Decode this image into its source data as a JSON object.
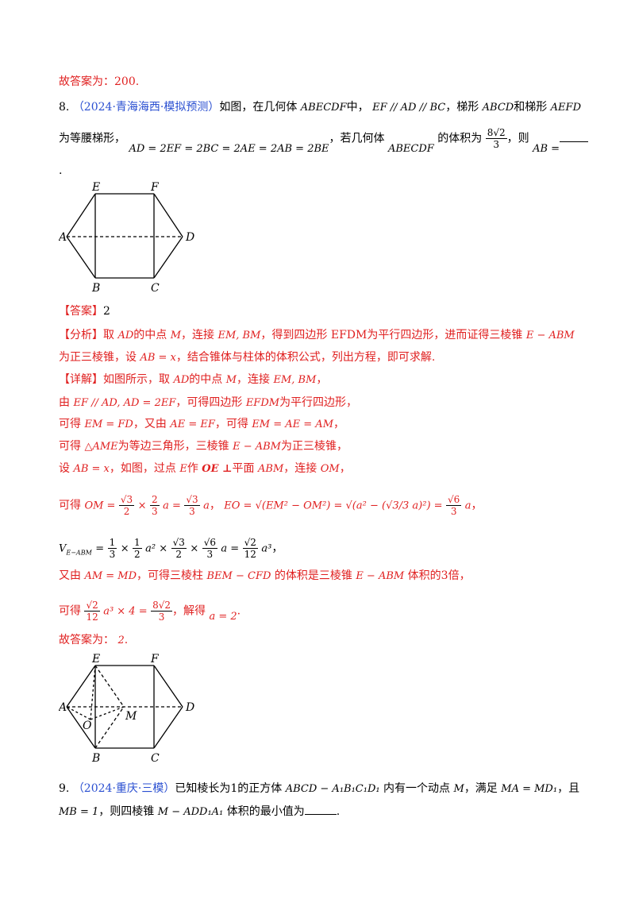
{
  "prev_answer": "故答案为：200.",
  "q8": {
    "number": "8.",
    "source": "（2024·青海海西·模拟预测）",
    "line1_a": "如图，在几何体",
    "line1_m1": "ABECDF",
    "line1_b": "中，",
    "line1_m2": "EF // AD // BC",
    "line1_c": "，梯形",
    "line1_m3": "ABCD",
    "line1_d": "和梯形",
    "line1_m4": "AEFD",
    "line2_a": "为等腰梯形，",
    "line2_m1": "AD = 2EF = 2BC = 2AE = 2AB = 2BE",
    "line2_b": "，若几何体",
    "line2_m2": "ABECDF",
    "line2_c": "的体积为",
    "vol_num": "8√2",
    "vol_den": "3",
    "line2_d": "，则",
    "line2_m3": "AB =",
    "line3": "."
  },
  "fig1_labels": {
    "E": "E",
    "F": "F",
    "A": "A",
    "D": "D",
    "B": "B",
    "C": "C"
  },
  "answer": {
    "tag": "【答案】",
    "value": "2"
  },
  "analysis": {
    "tag": "【分析】",
    "l1_a": "取",
    "l1_m1": "AD",
    "l1_b": "的中点",
    "l1_m2": "M",
    "l1_c": "，连接",
    "l1_m3": "EM, BM",
    "l1_d": "，得到四边形",
    "l1_m4": "EFDM",
    "l1_e": "为平行四边形，进而证得三棱锥",
    "l1_m5": "E − ABM",
    "l2_a": "为正三棱锥，设",
    "l2_m1": "AB = x",
    "l2_b": "，结合锥体与柱体的体积公式，列出方程，即可求解."
  },
  "detail": {
    "tag": "【详解】",
    "l1_a": "如图所示，取",
    "l1_m1": "AD",
    "l1_b": "的中点",
    "l1_m2": "M",
    "l1_c": "，连接",
    "l1_m3": "EM, BM",
    "l1_d": "，",
    "l2_a": "由",
    "l2_m1": "EF // AD, AD = 2EF",
    "l2_b": "，可得四边形",
    "l2_m2": "EFDM",
    "l2_c": "为平行四边形，",
    "l3_a": "可得",
    "l3_m1": "EM = FD",
    "l3_b": "，又由",
    "l3_m2": "AE = EF",
    "l3_c": "，可得",
    "l3_m3": "EM = AE = AM",
    "l3_d": "，",
    "l4_a": "可得",
    "l4_m1": "△AME",
    "l4_b": "为等边三角形，三棱锥",
    "l4_m2": "E − ABM",
    "l4_c": "为正三棱锥，",
    "l5_a": "设",
    "l5_m1": "AB = x",
    "l5_b": "，如图，过点",
    "l5_m2": "E",
    "l5_c": "作",
    "l5_m3": "OE ⊥",
    "l5_d": "平面",
    "l5_m4": "ABM",
    "l5_e": "，连接",
    "l5_m5": "OM",
    "l5_f": "，",
    "l6_a": "可得",
    "l6_m1": "OM =",
    "l6_f1n": "√3",
    "l6_f1d": "2",
    "l6_times": "×",
    "l6_f2n": "2",
    "l6_f2d": "3",
    "l6_a2": "a =",
    "l6_f3n": "√3",
    "l6_f3d": "3",
    "l6_a3": "a",
    "l6_sep": "，",
    "l6_m2": "EO = √(EM² − OM²) = √(a² − (√3/3 a)²) =",
    "l6_f4n": "√6",
    "l6_f4d": "3",
    "l6_a4": "a",
    "l6_end": "，",
    "l7_m1": "V",
    "l7_sub": "E−ABM",
    "l7_eq": "=",
    "l7_f1n": "1",
    "l7_f1d": "3",
    "l7_t1": "×",
    "l7_f2n": "1",
    "l7_f2d": "2",
    "l7_a1": "a² ×",
    "l7_f3n": "√3",
    "l7_f3d": "2",
    "l7_t2": "×",
    "l7_f4n": "√6",
    "l7_f4d": "3",
    "l7_a2": "a =",
    "l7_f5n": "√2",
    "l7_f5d": "12",
    "l7_a3": "a³",
    "l7_end": "，",
    "l8_a": "又由",
    "l8_m1": "AM = MD",
    "l8_b": "，可得三棱柱",
    "l8_m2": "BEM − CFD",
    "l8_c": "的体积是三棱锥",
    "l8_m3": "E − ABM",
    "l8_d": "体积的3倍，",
    "l9_a": "可得",
    "l9_f1n": "√2",
    "l9_f1d": "12",
    "l9_m1": "a³ × 4 =",
    "l9_f2n": "8√2",
    "l9_f2d": "3",
    "l9_b": "，解得",
    "l9_m2": "a = 2",
    "l9_c": ".",
    "l10_a": "故答案为：",
    "l10_m1": "2",
    "l10_b": "."
  },
  "fig2_labels": {
    "E": "E",
    "F": "F",
    "A": "A",
    "D": "D",
    "B": "B",
    "C": "C",
    "O": "O",
    "M": "M"
  },
  "q9": {
    "number": "9.",
    "source": "（2024·重庆·三模）",
    "l1_a": "已知棱长为1的正方体",
    "l1_m1": "ABCD − A₁B₁C₁D₁",
    "l1_b": "内有一个动点",
    "l1_m2": "M",
    "l1_c": "，满足",
    "l1_m3": "MA = MD₁",
    "l1_d": "，且",
    "l2_m1": "MB = 1",
    "l2_a": "，则四棱锥",
    "l2_m2": "M − ADD₁A₁",
    "l2_b": "体积的最小值为",
    "l2_c": "."
  }
}
